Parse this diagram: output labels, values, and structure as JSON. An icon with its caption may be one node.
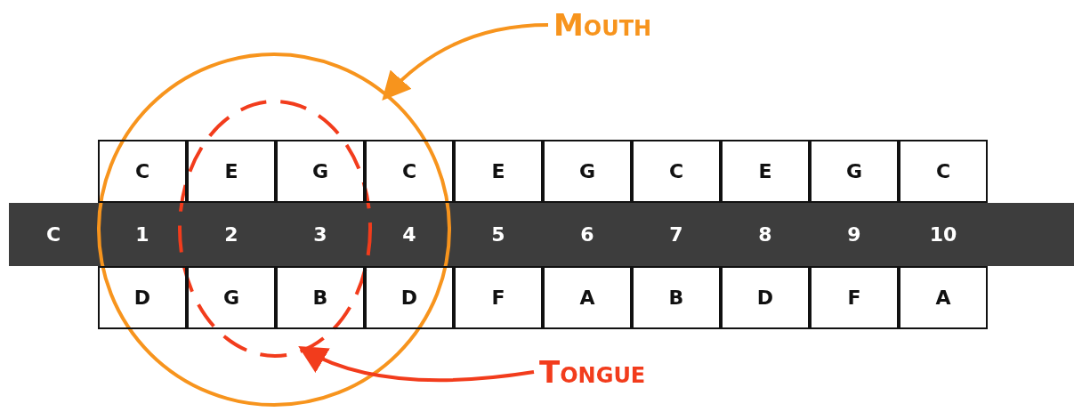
{
  "diagram": {
    "nodes": [
      {
        "text": [
          "Mouth"
        ]
      },
      {
        "text": [],
        "shape": "circle"
      },
      {
        "text": [],
        "shape": "circle",
        "in": 1
      },
      {
        "text": [
          "Tongue"
        ]
      }
    ],
    "edges": [
      {
        "from": 0,
        "to": 1,
        "arrow": "to",
        "color": "#f7941d"
      },
      {
        "from": 3,
        "to": 2,
        "arrow": "to",
        "color": "#f23c1c"
      }
    ],
    "labels": [
      "C",
      "E",
      "G",
      "C",
      "E",
      "G",
      "C",
      "E",
      "G",
      "C",
      "C",
      "1",
      "2",
      "3",
      "4",
      "5",
      "6",
      "7",
      "8",
      "9",
      "10",
      "D",
      "G",
      "B",
      "D",
      "F",
      "A",
      "B",
      "D",
      "F",
      "A"
    ]
  }
}
